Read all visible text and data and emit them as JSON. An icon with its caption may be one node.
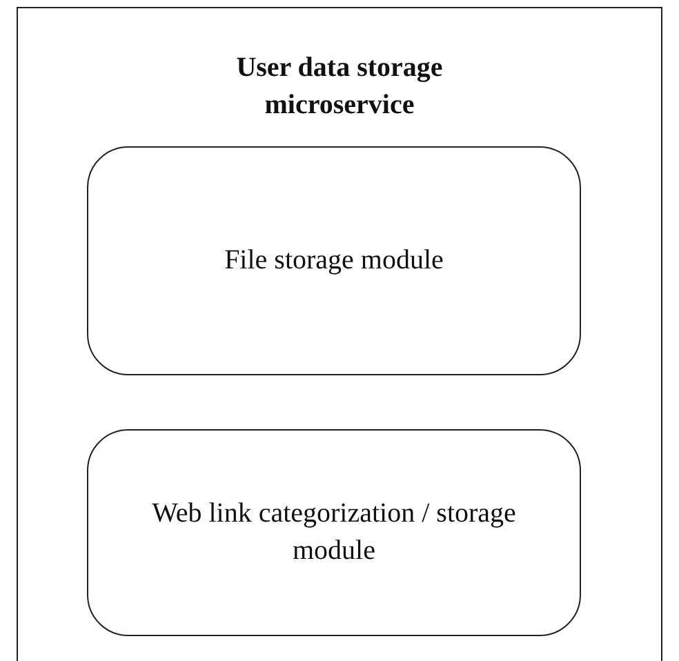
{
  "diagram": {
    "nodes": [
      {
        "text": [
          "User data storage microservice"
        ]
      },
      {
        "text": [
          "File storage module"
        ],
        "in": 0
      },
      {
        "text": [
          "Web link categorization / storage module"
        ],
        "in": 0
      }
    ]
  }
}
